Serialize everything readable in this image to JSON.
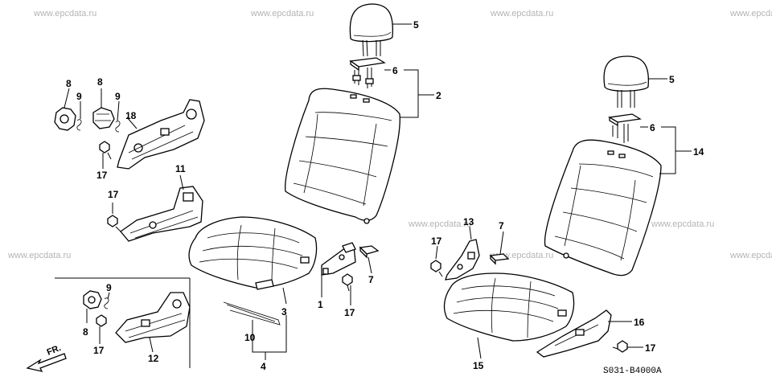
{
  "watermark": "www.epcdata.ru",
  "diagram_code": "S031-B4000A",
  "direction_label": "FR.",
  "callouts": {
    "c1": "1",
    "c2": "2",
    "c3": "3",
    "c4": "4",
    "c5": "5",
    "c6": "6",
    "c7": "7",
    "c8": "8",
    "c9": "9",
    "c10": "10",
    "c11": "11",
    "c12": "12",
    "c13": "13",
    "c14": "14",
    "c15": "15",
    "c16": "16",
    "c17": "17",
    "c18": "18"
  }
}
